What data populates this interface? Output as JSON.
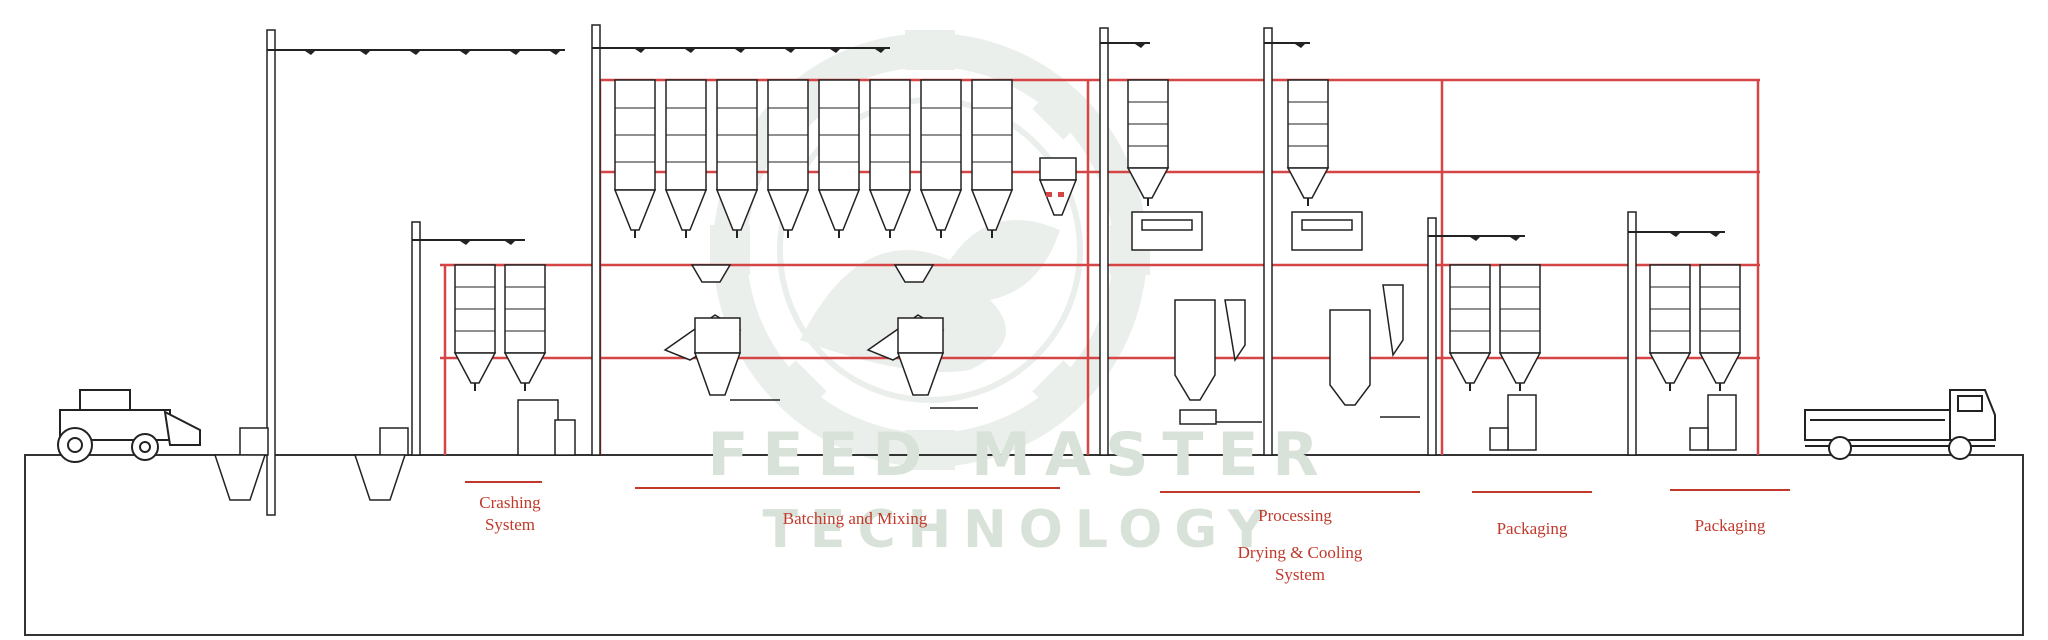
{
  "watermark": {
    "line1": "FEED MASTER",
    "line2": "TECHNOLOGY",
    "color": "#cfd8cf"
  },
  "colors": {
    "line": "#222222",
    "structure": "#d64545",
    "label": "#c0392b"
  },
  "labels": {
    "crushing_1": "Crashing",
    "crushing_2": "System",
    "batching": "Batching and Mixing",
    "processing": "Processing",
    "drying_1": "Drying & Cooling",
    "drying_2": "System",
    "packaging_1": "Packaging",
    "packaging_2": "Packaging"
  },
  "icons": [
    "tractor-icon",
    "truck-icon"
  ]
}
